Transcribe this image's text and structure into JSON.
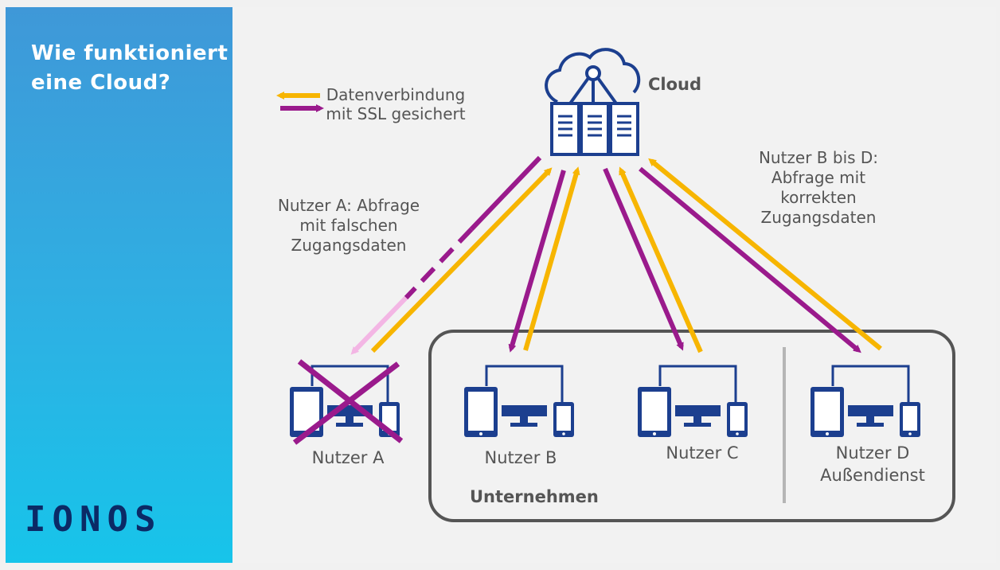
{
  "sidebar": {
    "title_line1": "Wie funktioniert",
    "title_line2": "eine Cloud?",
    "logo": "IONOS"
  },
  "legend": {
    "line1": "Datenverbindung",
    "line2": "mit SSL gesichert"
  },
  "cloud": {
    "label": "Cloud"
  },
  "note_user_a": {
    "line1": "Nutzer A: Abfrage",
    "line2": "mit falschen",
    "line3": "Zugangsdaten"
  },
  "note_users_bd": {
    "line1": "Nutzer B bis D:",
    "line2": "Abfrage mit",
    "line3": "korrekten",
    "line4": "Zugangsdaten"
  },
  "users": {
    "a": "Nutzer A",
    "b": "Nutzer B",
    "c": "Nutzer C",
    "d_line1": "Nutzer D",
    "d_line2": "Außendienst"
  },
  "company": {
    "label": "Unternehmen"
  },
  "colors": {
    "navy": "#1c3f8f",
    "yellow": "#f7b500",
    "purple": "#9a1a8c",
    "pink": "#f3b6e4",
    "grey_border": "#555555",
    "divider": "#b5b5b5",
    "text": "#555555"
  }
}
